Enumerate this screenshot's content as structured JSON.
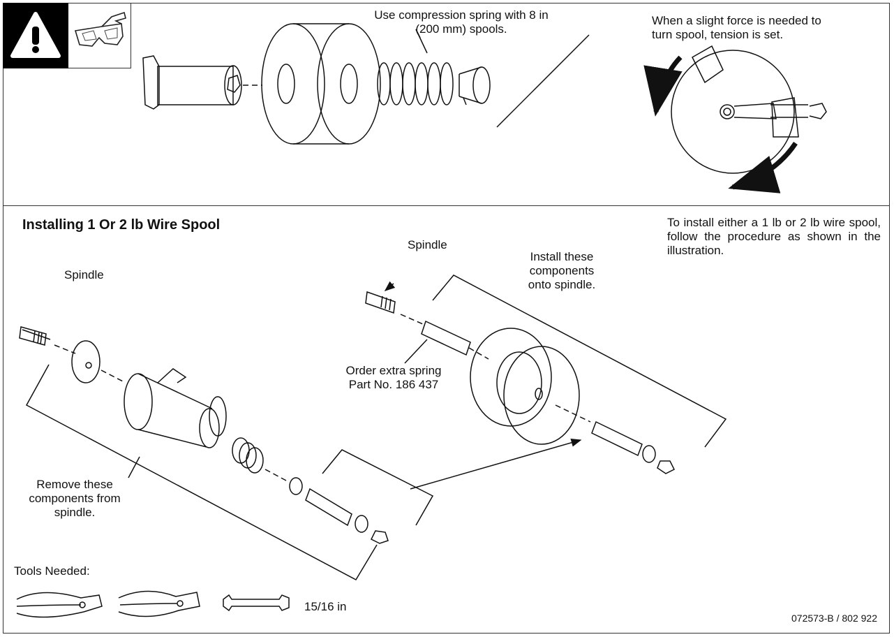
{
  "top": {
    "spring_note": "Use compression spring with 8 in (200 mm) spools.",
    "tension_note": "When a slight force is needed to turn spool, tension is set."
  },
  "section": {
    "title": "Installing 1 Or 2 lb Wire Spool",
    "intro": "To install either a 1 lb or 2 lb wire spool, follow the procedure as shown in the illustration."
  },
  "labels": {
    "spindle_left": "Spindle",
    "spindle_right": "Spindle",
    "install_components": "Install these components onto spindle.",
    "order_spring_line1": "Order extra spring",
    "order_spring_line2": "Part No. 186 437",
    "remove_components": "Remove these components from spindle.",
    "tools_needed": "Tools Needed:",
    "wrench_size": "15/16 in"
  },
  "icons": [
    "warning-icon",
    "safety-glasses-icon",
    "pliers-icon",
    "wire-cutter-icon",
    "wrench-icon"
  ],
  "colors": {
    "warning_background": "#000000",
    "ink": "#111111"
  },
  "footer": {
    "part_code": "072573-B / 802 922"
  }
}
